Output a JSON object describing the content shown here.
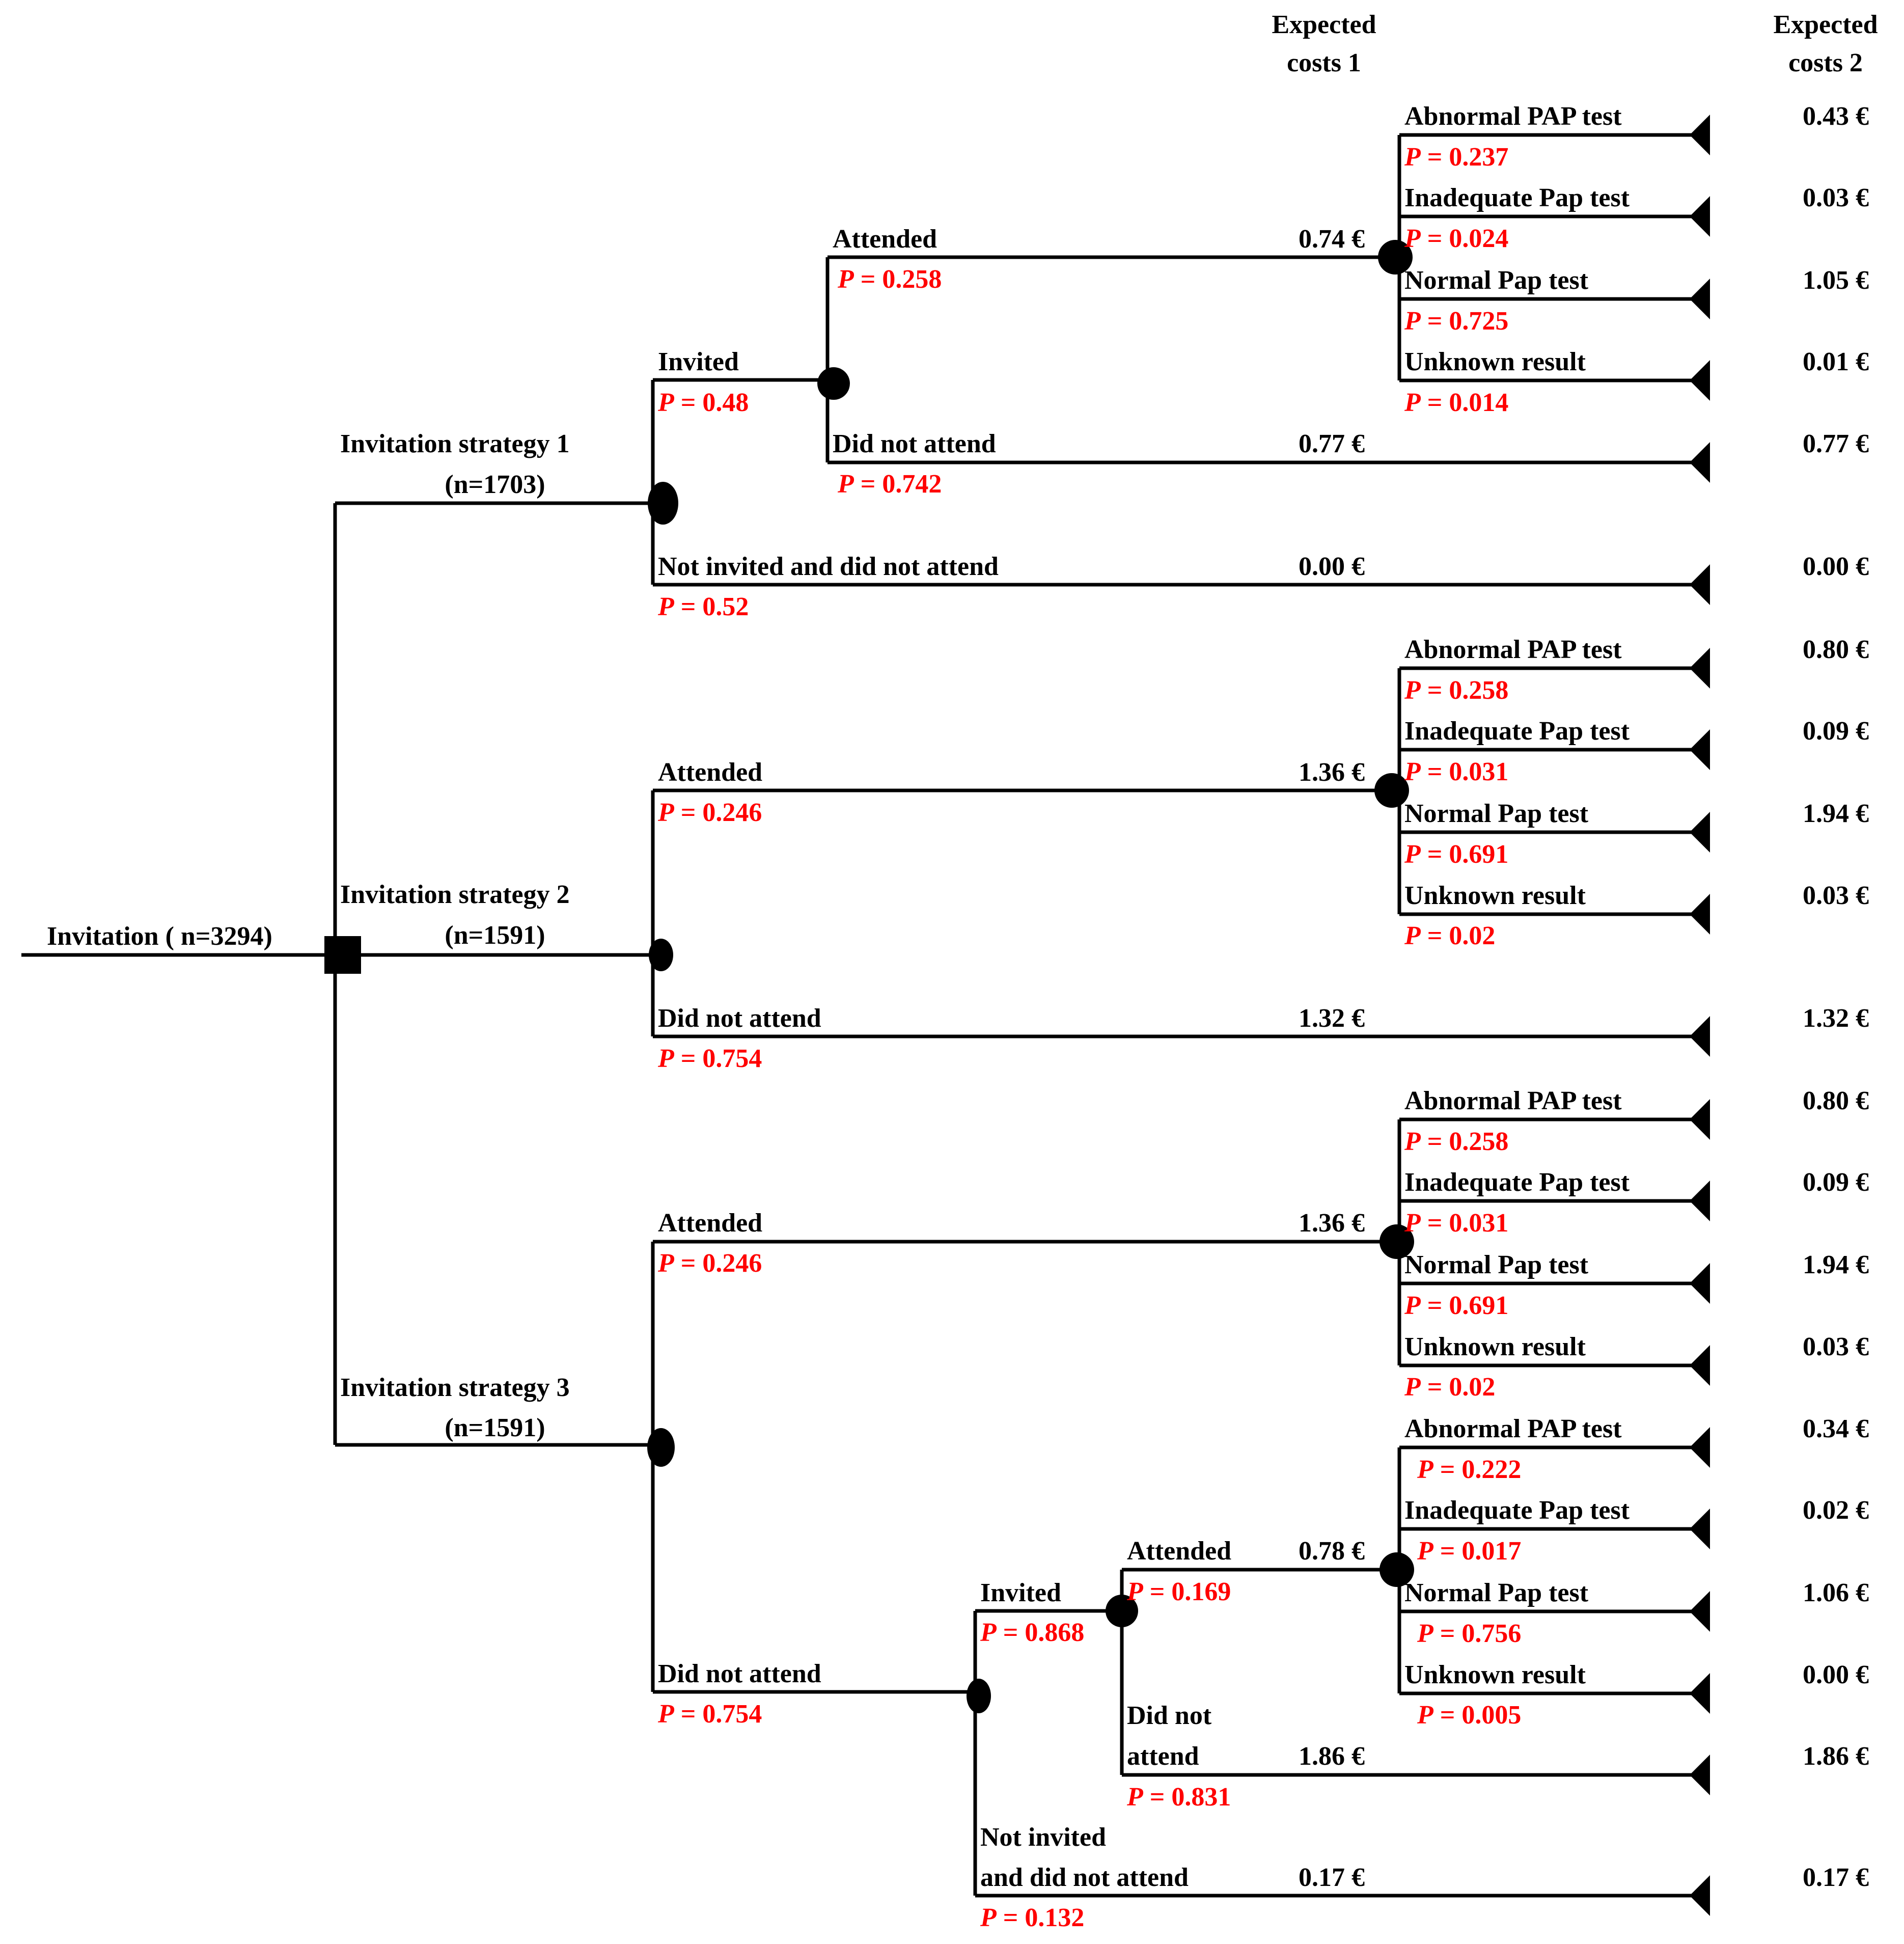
{
  "headers": {
    "costs1": [
      "Expected",
      "costs 1"
    ],
    "costs2": [
      "Expected",
      "costs 2"
    ]
  },
  "p_symbol": "P",
  "root": {
    "label": "Invitation ( n=3294)"
  },
  "strategies": [
    {
      "label": "Invitation strategy 1",
      "n": "(n=1703)",
      "invited": {
        "label": "Invited",
        "p": "0.48"
      },
      "attended": {
        "label": "Attended",
        "p": "0.258",
        "cost1": "0.74 €"
      },
      "did_not_attend": {
        "label": "Did not attend",
        "p": "0.742",
        "cost1": "0.77 €",
        "cost2": "0.77 €"
      },
      "not_invited": {
        "label": "Not invited and did not attend",
        "p": "0.52",
        "cost1": "0.00 €",
        "cost2": "0.00 €"
      },
      "outcomes": [
        {
          "label": "Abnormal PAP test",
          "p": "0.237",
          "cost2": "0.43 €"
        },
        {
          "label": "Inadequate Pap test",
          "p": "0.024",
          "cost2": "0.03 €"
        },
        {
          "label": "Normal Pap test",
          "p": "0.725",
          "cost2": "1.05 €"
        },
        {
          "label": "Unknown result",
          "p": "0.014",
          "cost2": "0.01 €"
        }
      ]
    },
    {
      "label": "Invitation strategy 2",
      "n": "(n=1591)",
      "attended": {
        "label": "Attended",
        "p": "0.246",
        "cost1": "1.36 €"
      },
      "did_not_attend": {
        "label": "Did not attend",
        "p": "0.754",
        "cost1": "1.32 €",
        "cost2": "1.32 €"
      },
      "outcomes": [
        {
          "label": "Abnormal PAP test",
          "p": "0.258",
          "cost2": "0.80 €"
        },
        {
          "label": "Inadequate Pap test",
          "p": "0.031",
          "cost2": "0.09 €"
        },
        {
          "label": "Normal Pap test",
          "p": "0.691",
          "cost2": "1.94 €"
        },
        {
          "label": "Unknown result",
          "p": "0.02",
          "cost2": "0.03 €"
        }
      ]
    },
    {
      "label": "Invitation strategy 3",
      "n": "(n=1591)",
      "attended": {
        "label": "Attended",
        "p": "0.246",
        "cost1": "1.36 €"
      },
      "did_not_attend": {
        "label": "Did not attend",
        "p": "0.754"
      },
      "outcomes": [
        {
          "label": "Abnormal PAP test",
          "p": "0.258",
          "cost2": "0.80 €"
        },
        {
          "label": "Inadequate Pap test",
          "p": "0.031",
          "cost2": "0.09 €"
        },
        {
          "label": "Normal Pap test",
          "p": "0.691",
          "cost2": "1.94 €"
        },
        {
          "label": "Unknown result",
          "p": "0.02",
          "cost2": "0.03 €"
        }
      ],
      "reinvite": {
        "invited": {
          "label": "Invited",
          "p": "0.868"
        },
        "attended": {
          "label": "Attended",
          "p": "0.169",
          "cost1": "0.78 €"
        },
        "did_not_attend": {
          "label": [
            "Did not",
            "attend"
          ],
          "p": "0.831",
          "cost1": "1.86 €",
          "cost2": "1.86 €"
        },
        "not_invited": {
          "label": [
            "Not invited",
            "and did not attend"
          ],
          "p": "0.132",
          "cost1": "0.17 €",
          "cost2": "0.17 €"
        },
        "outcomes": [
          {
            "label": "Abnormal PAP test",
            "p": "0.222",
            "cost2": "0.34 €"
          },
          {
            "label": "Inadequate Pap test",
            "p": "0.017",
            "cost2": "0.02 €"
          },
          {
            "label": "Normal Pap test",
            "p": "0.756",
            "cost2": "1.06 €"
          },
          {
            "label": "Unknown result",
            "p": "0.005",
            "cost2": "0.00 €"
          }
        ]
      }
    }
  ]
}
